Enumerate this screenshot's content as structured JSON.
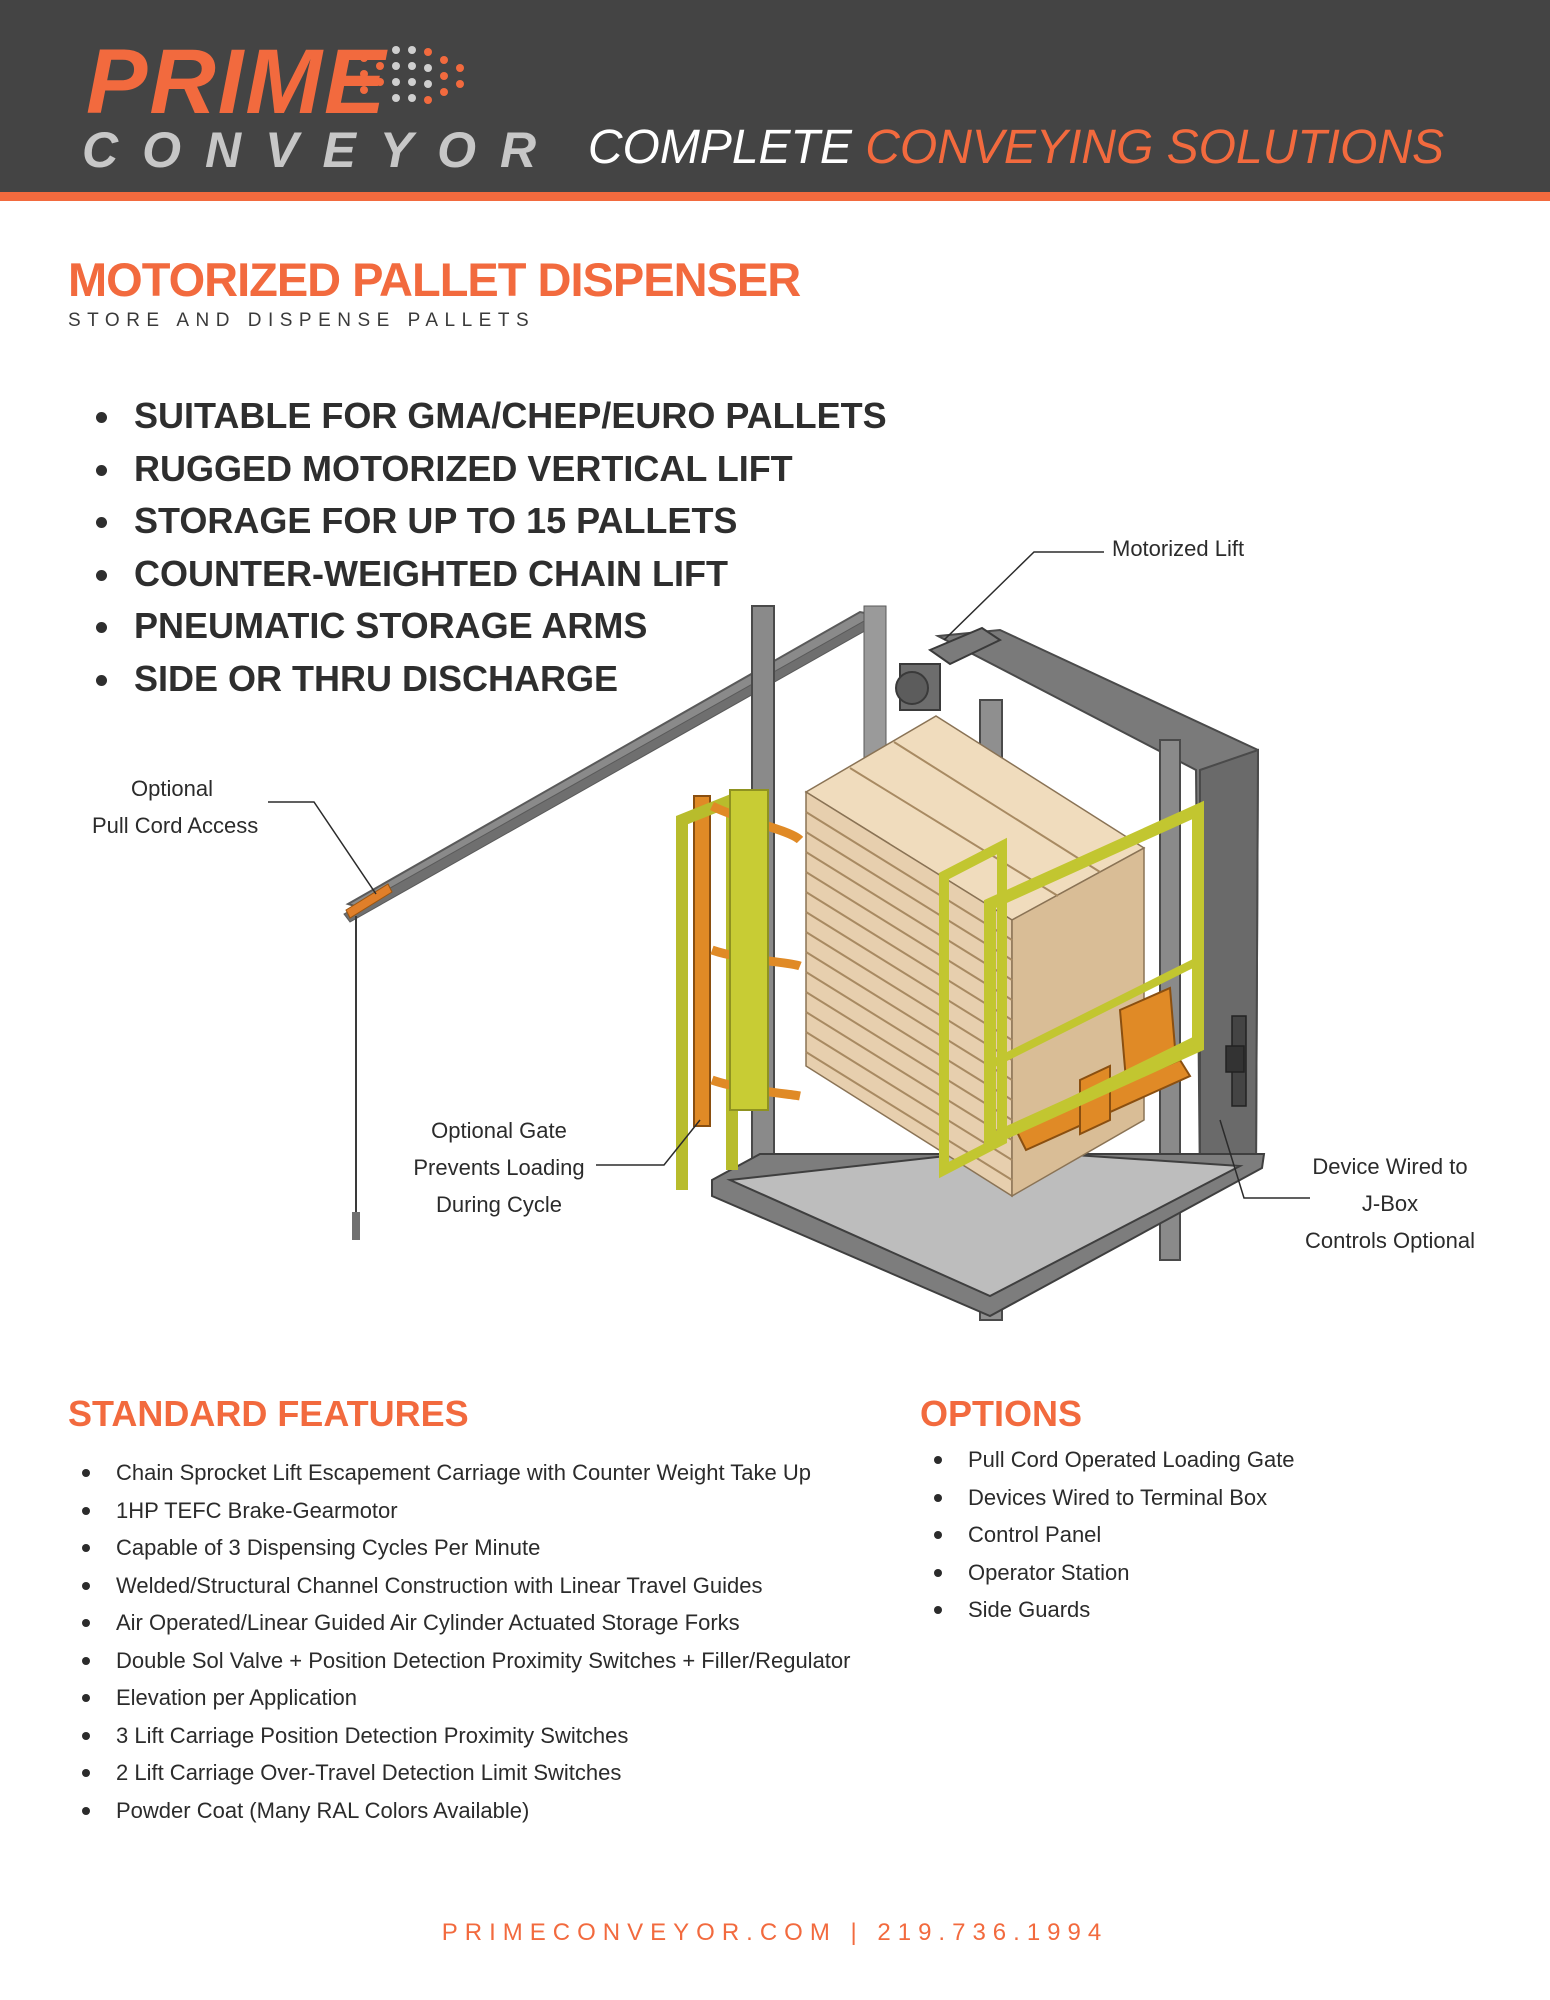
{
  "header": {
    "logo": {
      "word1": "PRIME",
      "word2": "CONVEYOR"
    },
    "tagline_part1": "COMPLETE ",
    "tagline_part2": "CONVEYING SOLUTIONS"
  },
  "title": "MOTORIZED PALLET DISPENSER",
  "subtitle": "STORE AND DISPENSE PALLETS",
  "highlights": [
    "SUITABLE FOR GMA/CHEP/EURO PALLETS",
    "RUGGED MOTORIZED VERTICAL LIFT",
    "STORAGE FOR UP TO 15 PALLETS",
    "COUNTER-WEIGHTED CHAIN LIFT",
    "PNEUMATIC STORAGE ARMS",
    "SIDE OR THRU DISCHARGE"
  ],
  "callouts": {
    "motorized_lift": "Motorized Lift",
    "pull_cord": [
      "Optional",
      "Pull Cord Access"
    ],
    "gate": [
      "Optional Gate",
      "Prevents Loading",
      "During Cycle"
    ],
    "device": [
      "Device Wired to",
      "J-Box",
      "Controls Optional"
    ]
  },
  "standard_features": {
    "heading": "STANDARD FEATURES",
    "items": [
      "Chain Sprocket Lift Escapement Carriage with Counter Weight Take Up",
      "1HP TEFC Brake-Gearmotor",
      "Capable of 3 Dispensing Cycles Per Minute",
      "Welded/Structural Channel Construction with Linear Travel Guides",
      "Air Operated/Linear Guided Air Cylinder Actuated Storage Forks",
      "Double Sol Valve + Position Detection Proximity Switches + Filler/Regulator",
      "Elevation per Application",
      "3 Lift Carriage Position Detection Proximity Switches",
      "2 Lift Carriage Over-Travel Detection Limit Switches",
      "Powder Coat (Many RAL Colors Available)"
    ]
  },
  "options": {
    "heading": "OPTIONS",
    "items": [
      "Pull Cord Operated Loading Gate",
      "Devices Wired to Terminal Box",
      "Control Panel",
      "Operator Station",
      "Side Guards"
    ]
  },
  "footer": "PRIMECONVEYOR.COM  |  219.736.1994",
  "colors": {
    "accent": "#f26a3e",
    "header_bg": "#444444",
    "guard_yellow": "#c8cc34",
    "wood": "#e7cfae",
    "frame": "#707070"
  }
}
